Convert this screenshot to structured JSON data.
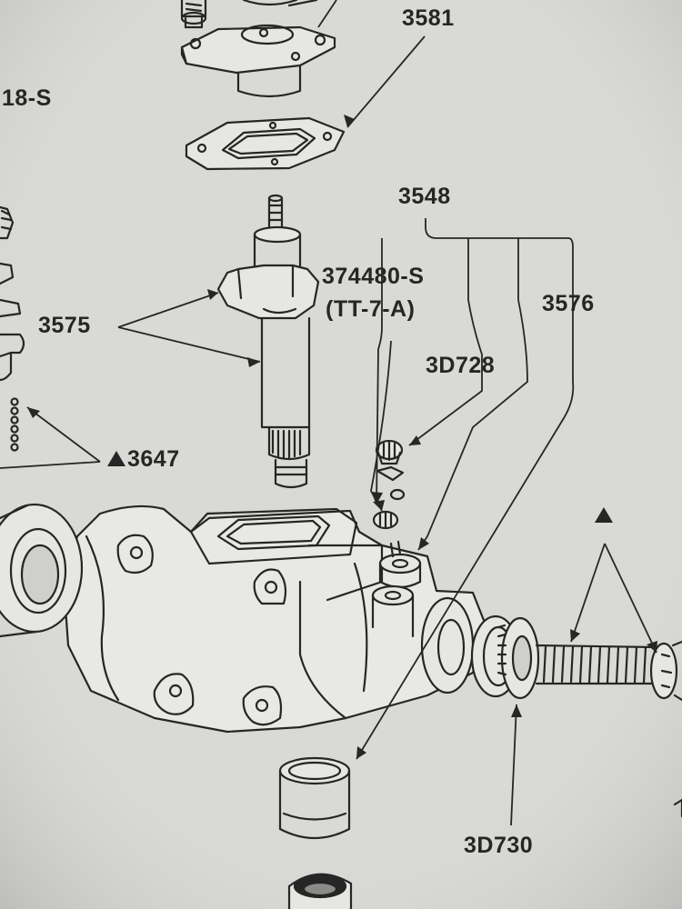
{
  "labels": {
    "part_3581": "3581",
    "part_18s": "18-S",
    "part_3548": "3548",
    "part_374480s": "374480-S",
    "part_tt7a": "(TT-7-A)",
    "part_3576": "3576",
    "part_3575": "3575",
    "part_3d728": "3D728",
    "part_3647": "3647",
    "part_3d730": "3D730"
  },
  "symbols": {
    "triangle_marker": "filled-triangle",
    "ink_color": "#262626",
    "paper_color": "#d9dad6"
  }
}
